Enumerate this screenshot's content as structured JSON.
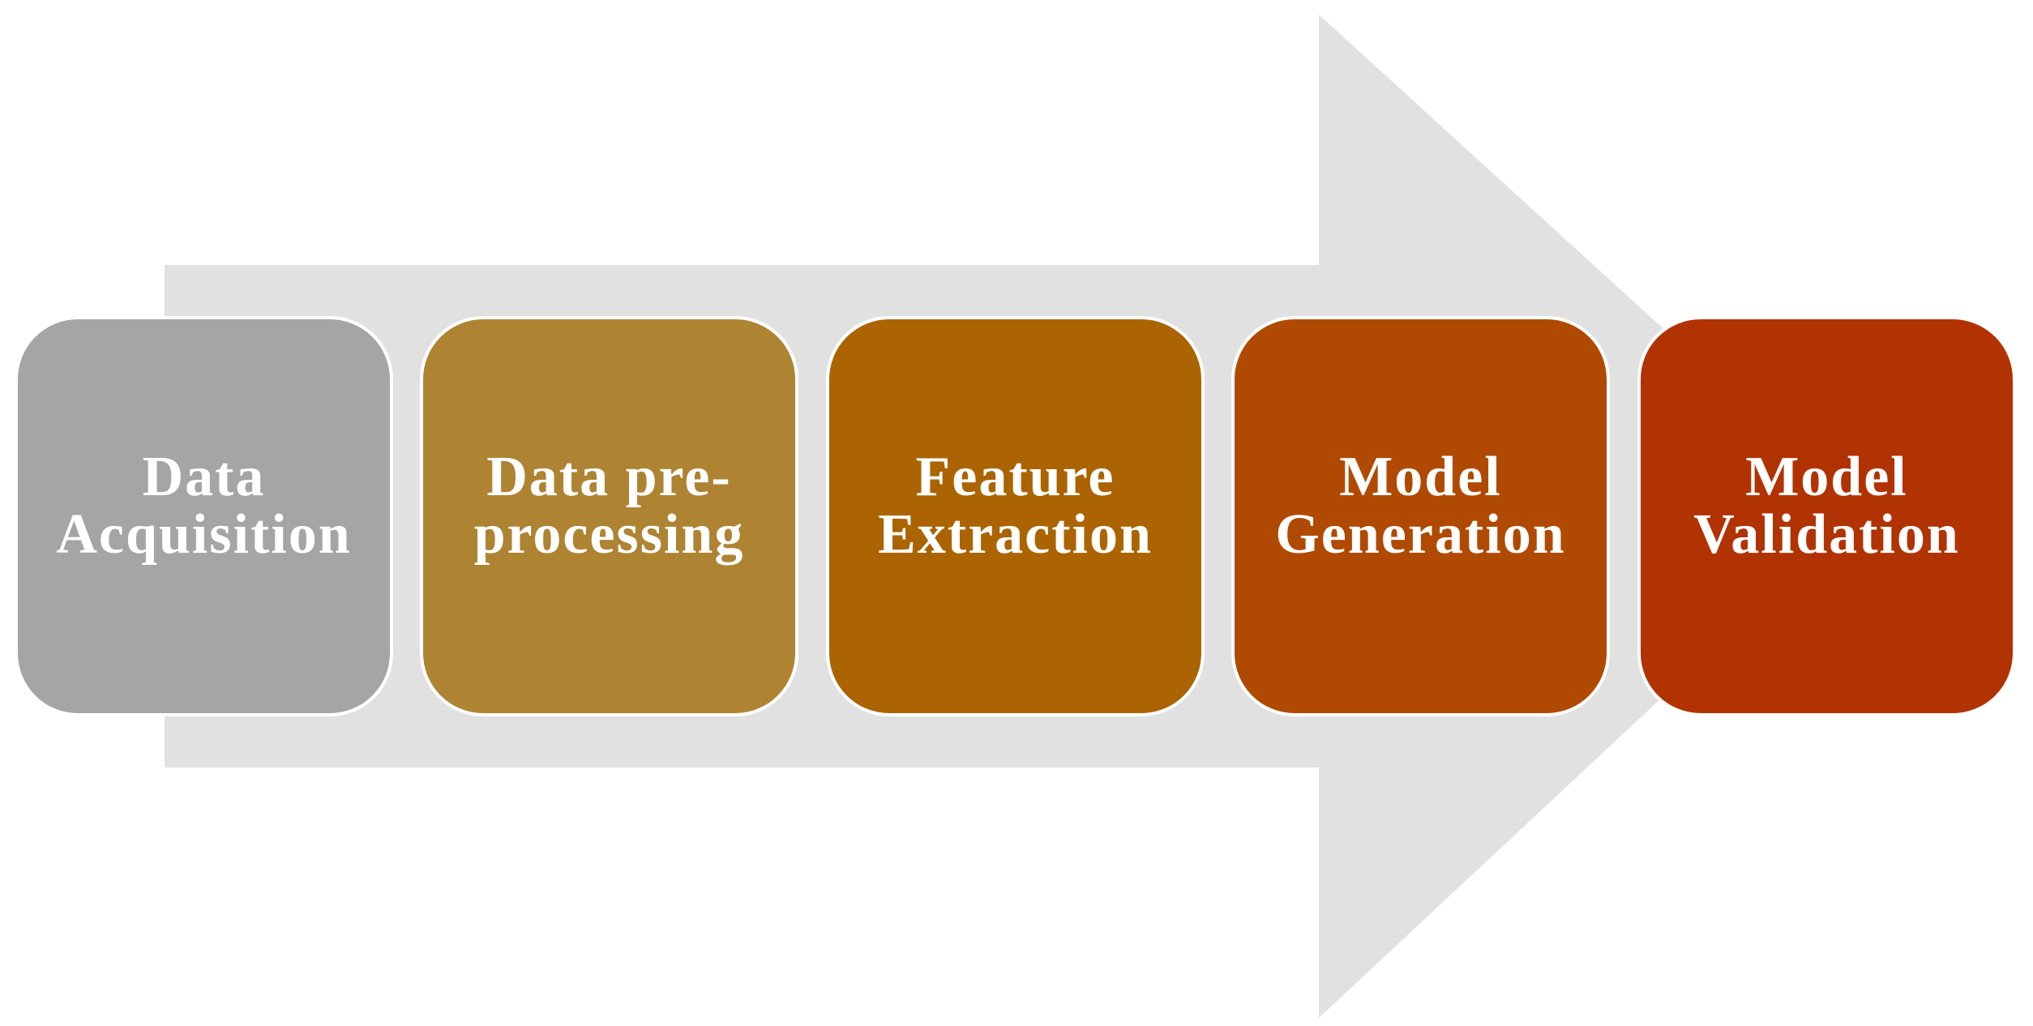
{
  "steps": [
    {
      "label": "Data\nAcquisition",
      "color": "#a5a5a5"
    },
    {
      "label": "Data pre-\nprocessing",
      "color": "#ae8433"
    },
    {
      "label": "Feature\nExtraction",
      "color": "#ab6401"
    },
    {
      "label": "Model\nGeneration",
      "color": "#b04a02"
    },
    {
      "label": "Model\nValidation",
      "color": "#b13303"
    }
  ],
  "arrow_color": "#e1e1e1"
}
